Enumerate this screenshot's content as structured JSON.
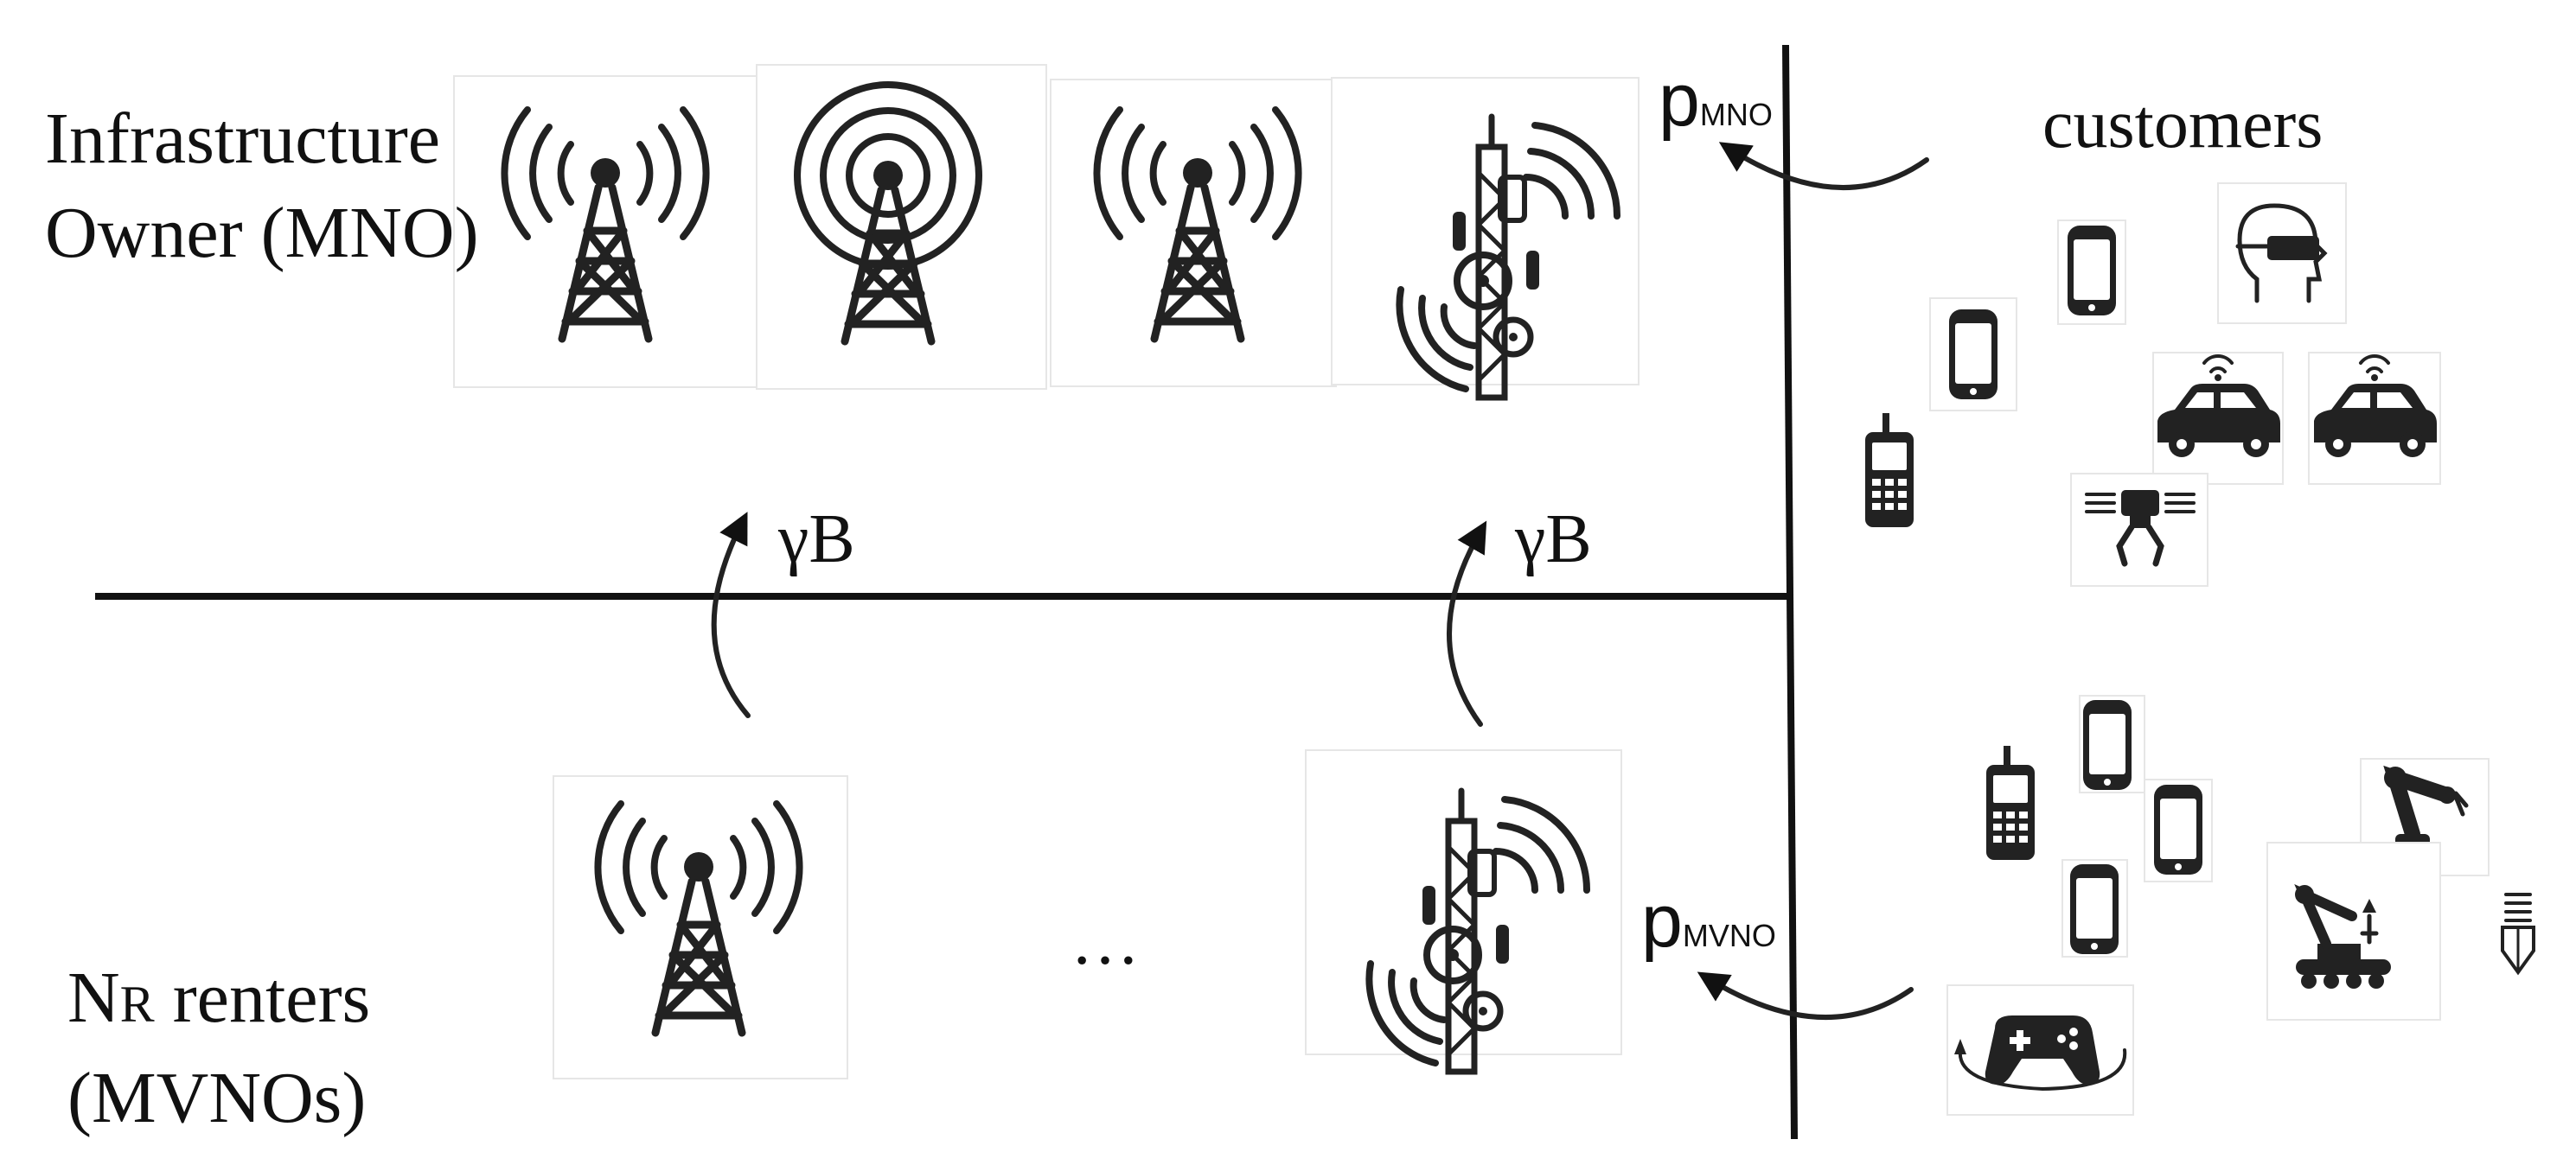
{
  "labels": {
    "mno_line1": "Infrastructure",
    "mno_line2": "Owner (MNO)",
    "renters_n": "N",
    "renters_sub": "R",
    "renters_rest": " renters",
    "mvnos": "(MVNOs)",
    "customers": "customers",
    "gamma_b_left": "γB",
    "gamma_b_right": "γB",
    "p_mno": "p",
    "p_mno_sub": "MNO",
    "p_mvno": "p",
    "p_mvno_sub": "MVNO",
    "ellipsis": "…"
  },
  "icons": {
    "mno_row": [
      "radio-tower-icon",
      "broadcast-tower-icon",
      "radio-tower-icon",
      "antenna-mast-icon"
    ],
    "mvno_row": [
      "radio-tower-icon",
      "antenna-mast-icon"
    ],
    "customer_devices": [
      "smartphone-icon",
      "vr-headset-icon",
      "connected-car-icon",
      "drone-icon",
      "cellphone-icon",
      "robot-arm-icon",
      "mining-robot-icon",
      "gamepad-icon",
      "light-bulb-icon"
    ]
  },
  "colors": {
    "ink": "#111111",
    "icon": "#222222",
    "background": "#ffffff"
  }
}
